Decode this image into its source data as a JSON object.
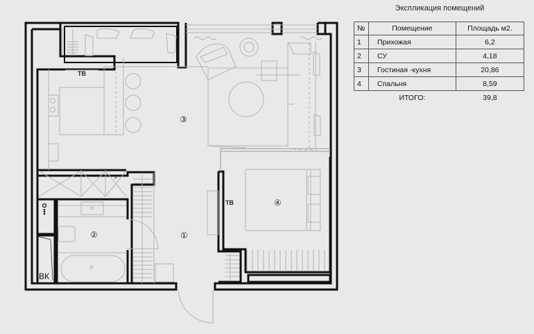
{
  "explication": {
    "title": "Экспликация помещений",
    "headers": [
      "№",
      "Помещение",
      "Площадь м2."
    ],
    "rows": [
      {
        "num": "1",
        "name": "Прихожая",
        "area": "6,2"
      },
      {
        "num": "2",
        "name": "СУ",
        "area": "4,18"
      },
      {
        "num": "3",
        "name": "Гостиная -кухня",
        "area": "20,86"
      },
      {
        "num": "4",
        "name": "Спальня",
        "area": "8,59"
      }
    ],
    "total_label": "ИТОГО:",
    "total_value": "39,8"
  },
  "plan": {
    "rooms": [
      {
        "id": "1",
        "label": "①",
        "name": "Прихожая"
      },
      {
        "id": "2",
        "label": "②",
        "name": "СУ"
      },
      {
        "id": "3",
        "label": "③",
        "name": "Гостиная -кухня"
      },
      {
        "id": "4",
        "label": "④",
        "name": "Спальня"
      }
    ],
    "tv_label_kitchen": "ТВ",
    "tv_label_bedroom": "ТВ",
    "vk_label": "ВК",
    "colors": {
      "background": "#e9e9e9",
      "wall": "#111111",
      "furniture": "#b4b4b4"
    }
  }
}
